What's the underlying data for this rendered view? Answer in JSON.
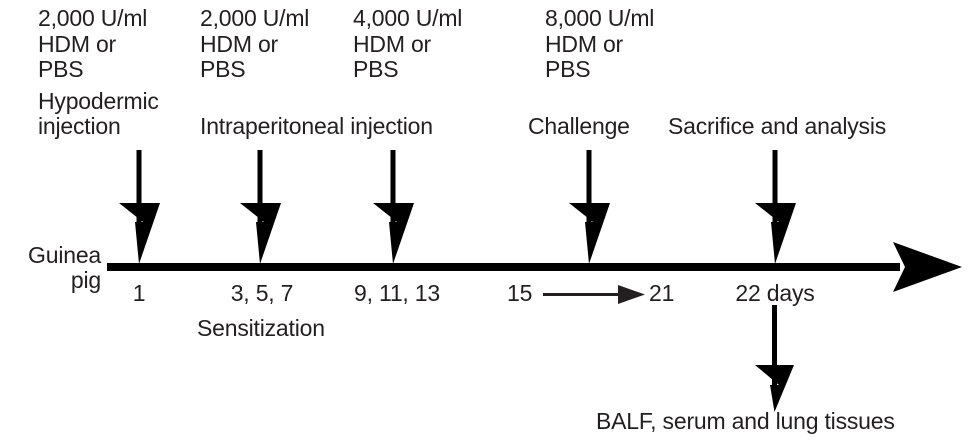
{
  "figure": {
    "title": "Guinea pig HDM sensitization and challenge experimental timeline",
    "subject_label_line1": "Guinea",
    "subject_label_line2": "pig",
    "axis_unit_label": "22 days",
    "colors": {
      "ink": "#231f20",
      "background": "#ffffff"
    }
  },
  "dose_blocks": [
    {
      "id": "dose-1",
      "concentration": "2,000 U/ml",
      "agent_line1": "HDM or",
      "agent_line2": "PBS"
    },
    {
      "id": "dose-2",
      "concentration": "2,000 U/ml",
      "agent_line1": "HDM or",
      "agent_line2": "PBS"
    },
    {
      "id": "dose-3",
      "concentration": "4,000 U/ml",
      "agent_line1": "HDM or",
      "agent_line2": "PBS"
    },
    {
      "id": "dose-4",
      "concentration": "8,000 U/ml",
      "agent_line1": "HDM or",
      "agent_line2": "PBS"
    }
  ],
  "route_labels": {
    "hypodermic_line1": "Hypodermic",
    "hypodermic_line2": "injection",
    "intraperitoneal": "Intraperitoneal injection",
    "challenge": "Challenge",
    "sacrifice": "Sacrifice and analysis"
  },
  "timepoints": [
    {
      "id": "tp-1",
      "day_label": "1",
      "event": "Hypodermic injection"
    },
    {
      "id": "tp-2",
      "day_label": "3, 5, 7",
      "event": "Intraperitoneal injection"
    },
    {
      "id": "tp-3",
      "day_label": "9, 11, 13",
      "event": "Intraperitoneal injection"
    },
    {
      "id": "tp-4",
      "day_label_start": "15",
      "day_label_end": "21",
      "event": "Challenge"
    },
    {
      "id": "tp-5",
      "day_label": "22 days",
      "event": "Sacrifice and analysis"
    }
  ],
  "phase_labels": {
    "sensitization": "Sensitization"
  },
  "outcome": {
    "samples": "BALF, serum and lung tissues"
  }
}
